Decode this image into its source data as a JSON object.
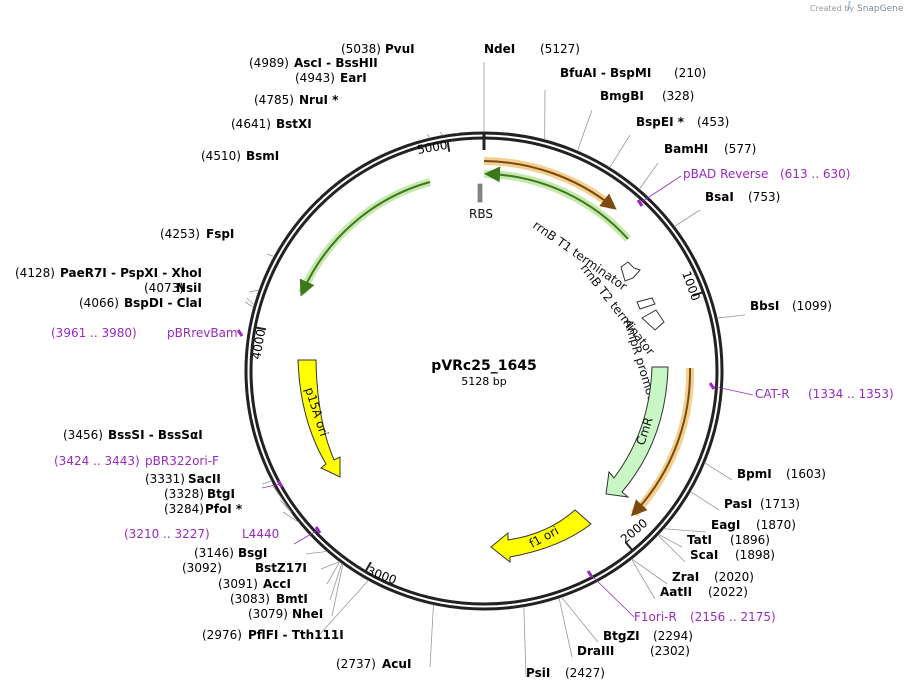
{
  "map": {
    "name": "pVRc25_1645",
    "length_label": "5128 bp",
    "credit_prefix": "Created by",
    "credit_brand": "SnapGene"
  },
  "sites": [
    {
      "name": "NdeI",
      "coord": "(5127)"
    },
    {
      "name": "BfuAI",
      "sep": "-",
      "name2": "BspMI",
      "coord": "(210)"
    },
    {
      "name": "BmgBI",
      "coord": "(328)"
    },
    {
      "name": "BspEI *",
      "coord": "(453)"
    },
    {
      "name": "BamHI",
      "coord": "(577)"
    },
    {
      "name": "BsaI",
      "coord": "(753)"
    },
    {
      "name": "BbsI",
      "coord": "(1099)"
    },
    {
      "name": "BpmI",
      "coord": "(1603)"
    },
    {
      "name": "PasI",
      "coord": "(1713)"
    },
    {
      "name": "EagI",
      "coord": "(1870)"
    },
    {
      "name": "TatI",
      "coord": "(1896)"
    },
    {
      "name": "ScaI",
      "coord": "(1898)"
    },
    {
      "name": "ZraI",
      "coord": "(2020)"
    },
    {
      "name": "AatII",
      "coord": "(2022)"
    },
    {
      "name": "BtgZI",
      "coord": "(2294)"
    },
    {
      "name": "DraIII",
      "coord": "(2302)"
    },
    {
      "name": "PsiI",
      "coord": "(2427)"
    },
    {
      "name": "AcuI",
      "coord": "(2737)"
    },
    {
      "name": "PflFI",
      "sep": "-",
      "name2": "Tth111I",
      "coord": "(2976)"
    },
    {
      "name": "NheI",
      "coord": "(3079)"
    },
    {
      "name": "BmtI",
      "coord": "(3083)"
    },
    {
      "name": "AccI",
      "coord": "(3091)"
    },
    {
      "name": "BstZ17I",
      "coord": "(3092)"
    },
    {
      "name": "BsgI",
      "coord": "(3146)"
    },
    {
      "name": "PfoI *",
      "coord": "(3284)"
    },
    {
      "name": "BtgI",
      "coord": "(3328)"
    },
    {
      "name": "SacII",
      "coord": "(3331)"
    },
    {
      "name": "BssSI",
      "sep": "-",
      "name2": "BssSαI",
      "coord": "(3456)"
    },
    {
      "name": "BspDI",
      "sep": "-",
      "name2": "ClaI",
      "coord": "(4066)"
    },
    {
      "name": "NsiI",
      "coord": "(4073)"
    },
    {
      "name": "PaeR7I",
      "sep": "-",
      "name2": "PspXI",
      "sep2": "-",
      "name3": "XhoI",
      "coord": "(4128)"
    },
    {
      "name": "FspI",
      "coord": "(4253)"
    },
    {
      "name": "BsmI",
      "coord": "(4510)"
    },
    {
      "name": "BstXI",
      "coord": "(4641)"
    },
    {
      "name": "NruI *",
      "coord": "(4785)"
    },
    {
      "name": "EarI",
      "coord": "(4943)"
    },
    {
      "name": "AscI",
      "sep": "-",
      "name2": "BssHII",
      "coord": "(4989)"
    },
    {
      "name": "PvuI",
      "coord": "(5038)"
    }
  ],
  "primers": [
    {
      "name": "pBAD Reverse",
      "range": "(613 .. 630)"
    },
    {
      "name": "CAT-R",
      "range": "(1334 .. 1353)"
    },
    {
      "name": "F1ori-R",
      "range": "(2156 .. 2175)"
    },
    {
      "name": "L4440",
      "range": "(3210 .. 3227)"
    },
    {
      "name": "pBR322ori-F",
      "range": "(3424 .. 3443)"
    },
    {
      "name": "pBRrevBam",
      "range": "(3961 .. 3980)"
    }
  ],
  "features": [
    {
      "label": "RBS",
      "color": "#888888"
    },
    {
      "label": "rrnB T1 terminator",
      "color": "#ffffff"
    },
    {
      "label": "rrnB T2 terminator",
      "color": "#ffffff"
    },
    {
      "label": "AmpR promoter",
      "color": "#ffffff"
    },
    {
      "label": "CmR",
      "color": "#c8f7c5"
    },
    {
      "label": "f1 ori",
      "color": "#ffff00"
    },
    {
      "label": "p15A ori",
      "color": "#ffff00"
    }
  ],
  "ticks": [
    "1000",
    "2000",
    "3000",
    "4000",
    "5000"
  ],
  "colors": {
    "primer": "#9a2ac0",
    "orange_feature": "#e8a040",
    "green_feature": "#5aa02c",
    "yellow_feature": "#ffff00",
    "backbone": "#222222"
  }
}
